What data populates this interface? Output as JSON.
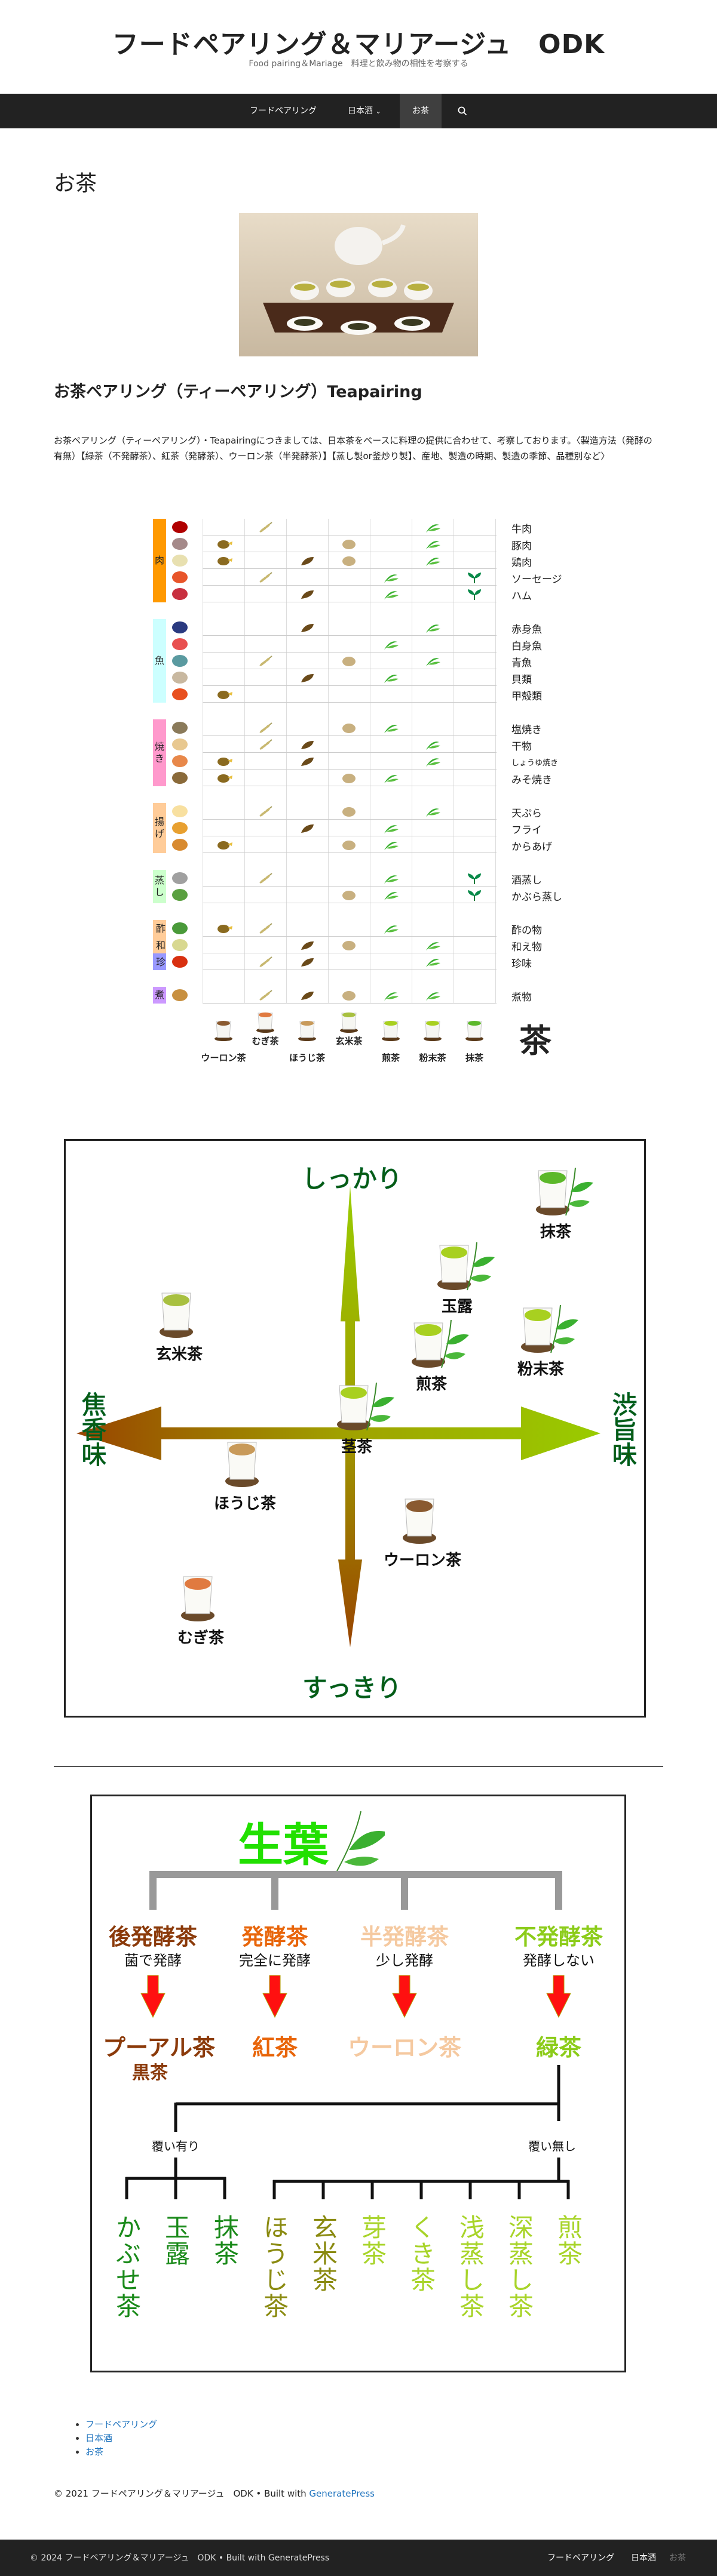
{
  "site": {
    "title": "フードペアリング＆マリアージュ　ODK",
    "tagline": "Food pairing＆Mariage　料理と飲み物の相性を考察する"
  },
  "nav": {
    "items": [
      {
        "label": "フードペアリング"
      },
      {
        "label": "日本酒",
        "caret": "⌄"
      },
      {
        "label": "お茶"
      }
    ],
    "search_icon": "search-icon"
  },
  "page": {
    "title": "お茶",
    "heading": "お茶ペアリング（ティーペアリング）Teapairing",
    "intro": "お茶ペアリング（ティーペアリング）・Teapairingにつきましては、日本茶をベースに料理の提供に合わせて、考察しております。〈製造方法（発酵の有無）【緑茶（不発酵茶）、紅茶（発酵茶）、ウーロン茶（半発酵茶）】【蒸し製or釜炒り製】、産地、製造の時期、製造の季節、品種別など〉"
  },
  "pairing": {
    "teas": [
      "ウーロン茶",
      "むぎ茶",
      "ほうじ茶",
      "玄米茶",
      "煎茶",
      "粉末茶",
      "抹茶"
    ],
    "seal": "茶",
    "groups": [
      {
        "label": "肉",
        "color": "#ff9900",
        "rows": [
          {
            "name": "牛肉",
            "icon": "#b00000",
            "marks": [
              1,
              5
            ]
          },
          {
            "name": "豚肉",
            "icon": "#a58a8a",
            "marks": [
              0,
              3,
              5
            ]
          },
          {
            "name": "鶏肉",
            "icon": "#e8e0b0",
            "marks": [
              0,
              2,
              3,
              5
            ]
          },
          {
            "name": "ソーセージ",
            "icon": "#e8552a",
            "marks": [
              1,
              4,
              6
            ]
          },
          {
            "name": "ハム",
            "icon": "#c83040",
            "marks": [
              2,
              4,
              6
            ]
          }
        ]
      },
      {
        "label": "魚",
        "color": "#ccffff",
        "rows": [
          {
            "name": "赤身魚",
            "icon": "#2a3a80",
            "marks": [
              2,
              5
            ]
          },
          {
            "name": "白身魚",
            "icon": "#e85050",
            "marks": [
              4
            ]
          },
          {
            "name": "青魚",
            "icon": "#5a9aa0",
            "marks": [
              1,
              3,
              5
            ]
          },
          {
            "name": "貝類",
            "icon": "#c8b8a0",
            "marks": [
              2,
              4
            ]
          },
          {
            "name": "甲殻類",
            "icon": "#e85020",
            "marks": [
              0
            ]
          }
        ]
      },
      {
        "label": "焼き",
        "color": "#ff99cc",
        "rows": [
          {
            "name": "塩焼き",
            "icon": "#8a7a5a",
            "marks": [
              1,
              3,
              4
            ]
          },
          {
            "name": "干物",
            "icon": "#e8c890",
            "marks": [
              1,
              2,
              5
            ]
          },
          {
            "name": "しょうゆ焼き",
            "icon": "#e8884a",
            "marks": [
              0,
              2,
              5
            ]
          },
          {
            "name": "みそ焼き",
            "icon": "#8a6a3a",
            "marks": [
              0,
              3,
              4
            ]
          }
        ]
      },
      {
        "label": "揚げ",
        "color": "#ffcc99",
        "rows": [
          {
            "name": "天ぷら",
            "icon": "#f8e0a0",
            "marks": [
              1,
              3,
              5
            ]
          },
          {
            "name": "フライ",
            "icon": "#e8a030",
            "marks": [
              2,
              4
            ]
          },
          {
            "name": "からあげ",
            "icon": "#d88a30",
            "marks": [
              0,
              3,
              4
            ]
          }
        ]
      },
      {
        "label": "蒸し",
        "color": "#ccffcc",
        "rows": [
          {
            "name": "酒蒸し",
            "icon": "#a0a0a0",
            "marks": [
              1,
              4,
              6
            ]
          },
          {
            "name": "かぶら蒸し",
            "icon": "#5aa040",
            "marks": [
              3,
              4,
              6
            ]
          }
        ]
      },
      {
        "label": "酢和珍",
        "color": "#ffcc99",
        "split": [
          {
            "t": "酢",
            "c": "#ffcc99"
          },
          {
            "t": "和",
            "c": "#ffcc99"
          },
          {
            "t": "珍",
            "c": "#9999ff"
          }
        ],
        "rows": [
          {
            "name": "酢の物",
            "icon": "#4a9a3a",
            "marks": [
              0,
              1,
              4
            ]
          },
          {
            "name": "和え物",
            "icon": "#d8d890",
            "marks": [
              2,
              3,
              5
            ]
          },
          {
            "name": "珍味",
            "icon": "#d83010",
            "marks": [
              1,
              2,
              5
            ]
          }
        ]
      },
      {
        "label": "煮",
        "color": "#cc99ff",
        "rows": [
          {
            "name": "煮物",
            "icon": "#c89040",
            "marks": [
              1,
              2,
              3,
              4,
              5
            ]
          }
        ]
      }
    ]
  },
  "flavor_map": {
    "top": "しっかり",
    "bottom": "すっきり",
    "left": "焦香味",
    "right": "渋旨味",
    "teas": [
      {
        "name": "抹茶",
        "liquid": "#5cb82a"
      },
      {
        "name": "玉露",
        "liquid": "#a8d020"
      },
      {
        "name": "粉末茶",
        "liquid": "#a8d020"
      },
      {
        "name": "煎茶",
        "liquid": "#a8d020"
      },
      {
        "name": "茎茶",
        "liquid": "#a8d020"
      },
      {
        "name": "玄米茶",
        "liquid": "#a8c040"
      },
      {
        "name": "ほうじ茶",
        "liquid": "#c89a5a"
      },
      {
        "name": "ウーロン茶",
        "liquid": "#8a5a30"
      },
      {
        "name": "むぎ茶",
        "liquid": "#e07a40"
      }
    ]
  },
  "tree": {
    "root": "生葉",
    "categories": [
      {
        "name": "後発酵茶",
        "desc": "菌で発酵",
        "product": "プーアル茶",
        "product2": "黒茶",
        "color": "#8b3a0a"
      },
      {
        "name": "発酵茶",
        "desc": "完全に発酵",
        "product": "紅茶",
        "color": "#e8650a"
      },
      {
        "name": "半発酵茶",
        "desc": "少し発酵",
        "product": "ウーロン茶",
        "color": "#f5c9a0"
      },
      {
        "name": "不発酵茶",
        "desc": "発酵しない",
        "product": "緑茶",
        "color": "#8ccc1a"
      }
    ],
    "covered": "覆い有り",
    "uncovered": "覆い無し",
    "covered_teas": [
      {
        "name": "かぶせ茶",
        "color": "#1a8a1a"
      },
      {
        "name": "玉露",
        "color": "#1a8a1a"
      },
      {
        "name": "抹茶",
        "color": "#1a8a1a"
      }
    ],
    "uncovered_teas": [
      {
        "name": "ほうじ茶",
        "color": "#8a8a10"
      },
      {
        "name": "玄米茶",
        "color": "#8a8a10"
      },
      {
        "name": "芽茶",
        "color": "#a8d42a"
      },
      {
        "name": "くき茶",
        "color": "#a8d42a"
      },
      {
        "name": "浅蒸し茶",
        "color": "#a8d42a"
      },
      {
        "name": "深蒸し茶",
        "color": "#a8d42a"
      },
      {
        "name": "煎茶",
        "color": "#a8d42a"
      }
    ]
  },
  "footer": {
    "links": [
      "フードペアリング",
      "日本酒",
      "お茶"
    ],
    "copyright_prefix": "© 2021 フードペアリング＆マリアージュ　ODK • Built with ",
    "generatepress": "GeneratePress",
    "bottom_copyright": "© 2024 フードペアリング＆マリアージュ　ODK • Built with GeneratePress",
    "bottom_nav": [
      "フードペアリング",
      "日本酒",
      "お茶"
    ]
  },
  "colors": {
    "accent": "#1e73be",
    "nav_bg": "#222222",
    "nav_active": "#3f3f3f"
  }
}
